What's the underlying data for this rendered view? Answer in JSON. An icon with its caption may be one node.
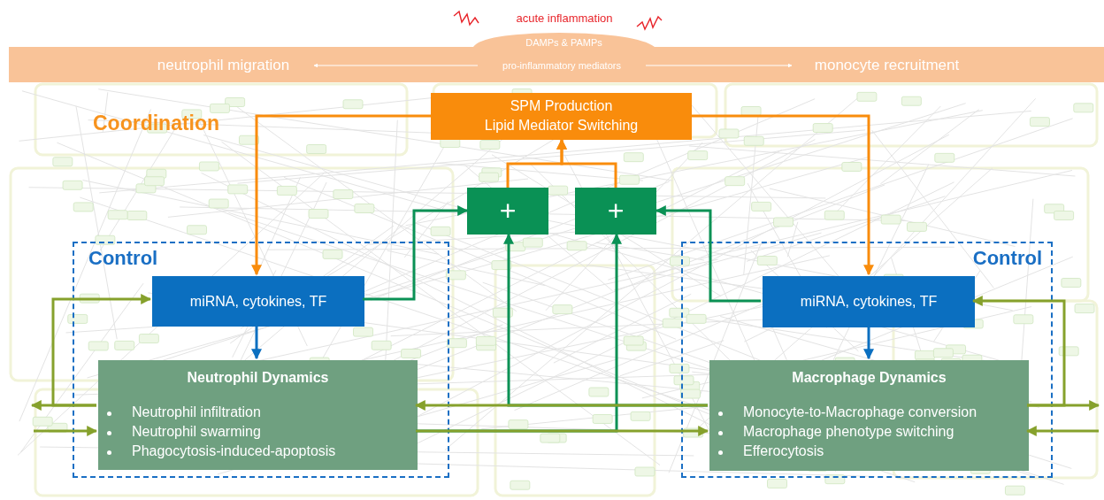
{
  "diagram": {
    "nodes": [
      {
        "text": [
          "DAMPs & PAMPs"
        ]
      },
      {
        "text": [
          "neutrophil migration"
        ],
        "in": 0
      },
      {
        "text": [
          "pro-inflammatory mediators"
        ],
        "in": 0
      },
      {
        "text": [
          "monocyte recruitment"
        ],
        "in": 0
      },
      {
        "text": [
          "SPM Production",
          "Lipid Mediator Switching"
        ]
      },
      {
        "text": [
          "+"
        ]
      },
      {
        "text": [
          "+"
        ]
      },
      {
        "text": [
          "Control"
        ]
      },
      {
        "text": [
          "miRNA, cytokines, TF"
        ],
        "in": 7
      },
      {
        "text": [
          "Neutrophil Dynamics",
          "Neutrophil infiltration",
          "Neutrophil swarming",
          "Phagocytosis-induced-apoptosis"
        ],
        "in": 7
      },
      {
        "text": [
          "Control"
        ]
      },
      {
        "text": [
          "miRNA, cytokines, TF"
        ],
        "in": 10
      },
      {
        "text": [
          "Macrophage Dynamics",
          "Monocyte-to-Macrophage conversion",
          "Macrophage phenotype switching",
          "Efferocytosis"
        ],
        "in": 10
      }
    ],
    "edges": [
      {
        "from": 4,
        "to": 8,
        "arrow": "to",
        "color": "#f98c0c"
      },
      {
        "from": 4,
        "to": 11,
        "arrow": "to",
        "color": "#f98c0c"
      },
      {
        "from": 5,
        "to": 4,
        "arrow": "to",
        "color": "#f98c0c"
      },
      {
        "from": 6,
        "to": 4,
        "arrow": "to",
        "color": "#f98c0c"
      },
      {
        "from": 8,
        "to": 5,
        "arrow": "to",
        "color": "#0a9155"
      },
      {
        "from": 11,
        "to": 6,
        "arrow": "to",
        "color": "#0a9155"
      },
      {
        "from": 12,
        "to": 5,
        "arrow": "to",
        "color": "#0a9155"
      },
      {
        "from": 9,
        "to": 6,
        "arrow": "to",
        "color": "#0a9155"
      },
      {
        "from": 12,
        "to": 9,
        "arrow": "to"
      },
      {
        "from": 9,
        "to": 12,
        "arrow": "to"
      },
      {
        "from": 9,
        "to": null,
        "arrow": "to"
      },
      {
        "from": 9,
        "to": 8,
        "arrow": "to"
      },
      {
        "from": null,
        "to": 9,
        "arrow": "to"
      },
      {
        "from": 12,
        "to": null,
        "arrow": "to"
      },
      {
        "from": 12,
        "to": 11,
        "arrow": "to"
      },
      {
        "from": null,
        "to": 12,
        "arrow": "to"
      },
      {
        "from": 8,
        "to": 9,
        "arrow": "to",
        "color": "#0b6fc0"
      },
      {
        "from": 11,
        "to": 12,
        "arrow": "to",
        "color": "#0b6fc0"
      },
      {
        "from": 2,
        "to": 1,
        "arrow": "to",
        "color": "#ffffff"
      },
      {
        "from": 2,
        "to": 3,
        "arrow": "to",
        "color": "#ffffff"
      }
    ],
    "labels": [
      "acute inflammation",
      "Coordination"
    ]
  }
}
